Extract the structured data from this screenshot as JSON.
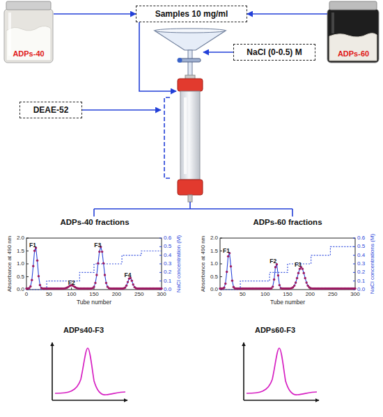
{
  "diagram": {
    "nodes": [
      {
        "text": [
          "ADPs-40"
        ]
      },
      {
        "text": [
          "Samples 10 mg/ml"
        ]
      },
      {
        "text": [
          "ADPs-60"
        ]
      },
      {
        "text": [
          "NaCl (0-0.5) M"
        ]
      },
      {
        "text": [
          "DEAE-52"
        ]
      },
      {
        "text": [
          "ADPs-40 fractions"
        ]
      },
      {
        "text": [
          "ADPs-60 fractions"
        ]
      },
      {
        "text": [
          "ADPs40-F3"
        ]
      },
      {
        "text": [
          "ADPs60-F3"
        ]
      }
    ],
    "edges": [
      {
        "from": 0,
        "to": 1,
        "arrow": "to"
      },
      {
        "from": 2,
        "to": 1,
        "arrow": "to"
      }
    ],
    "labels": [
      "0.0",
      "0.5",
      "1.0",
      "1.5",
      "2.0",
      "0.0",
      "0.1",
      "0.2",
      "0.3",
      "0.4",
      "0.5",
      "0.6",
      "0",
      "50",
      "100",
      "150",
      "200",
      "250",
      "300",
      "Absorbance at 490 nm",
      "Tube number",
      "NaCl concentration (M)",
      "F1",
      "F2",
      "F3",
      "F4",
      "0.0",
      "0.5",
      "1.0",
      "1.5",
      "2.0",
      "0.0",
      "0.1",
      "0.2",
      "0.3",
      "0.4",
      "0.5",
      "0.6",
      "0",
      "50",
      "100",
      "150",
      "200",
      "250",
      "300",
      "Absorbance at 490 nm",
      "Tube number",
      "NaCl concentrations (M)",
      "F1",
      "F2",
      "F3"
    ]
  }
}
